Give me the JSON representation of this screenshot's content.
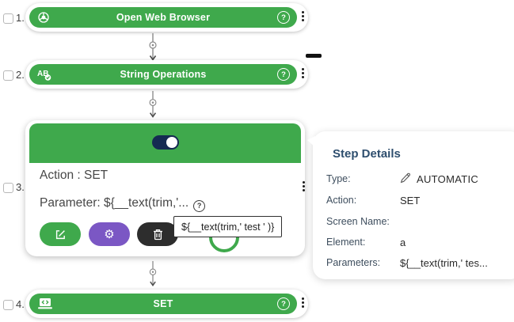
{
  "steps": {
    "step1": {
      "number": "1.",
      "title": "Open Web Browser"
    },
    "step2": {
      "number": "2.",
      "title": "String Operations"
    },
    "step3": {
      "number": "3.",
      "action_line": "Action : SET",
      "parameter_line": "Parameter: ${__text(trim,'..."
    },
    "step4": {
      "number": "4.",
      "title": "SET"
    }
  },
  "help_glyph": "?",
  "tooltip": {
    "text": "${__text(trim,' test ' )}"
  },
  "step_details": {
    "title": "Step Details",
    "rows": [
      {
        "label": "Type:",
        "value": "AUTOMATIC"
      },
      {
        "label": "Action:",
        "value": "SET"
      },
      {
        "label": "Screen Name:",
        "value": ""
      },
      {
        "label": "Element:",
        "value": "a"
      },
      {
        "label": "Parameters:",
        "value": "${__text(trim,' tes..."
      }
    ]
  },
  "colors": {
    "green": "#3FA94C",
    "purple": "#7B57C4",
    "dark_button": "#2d2d2d",
    "toggle_navy": "#152a52",
    "panel_title": "#2e4e6e"
  }
}
